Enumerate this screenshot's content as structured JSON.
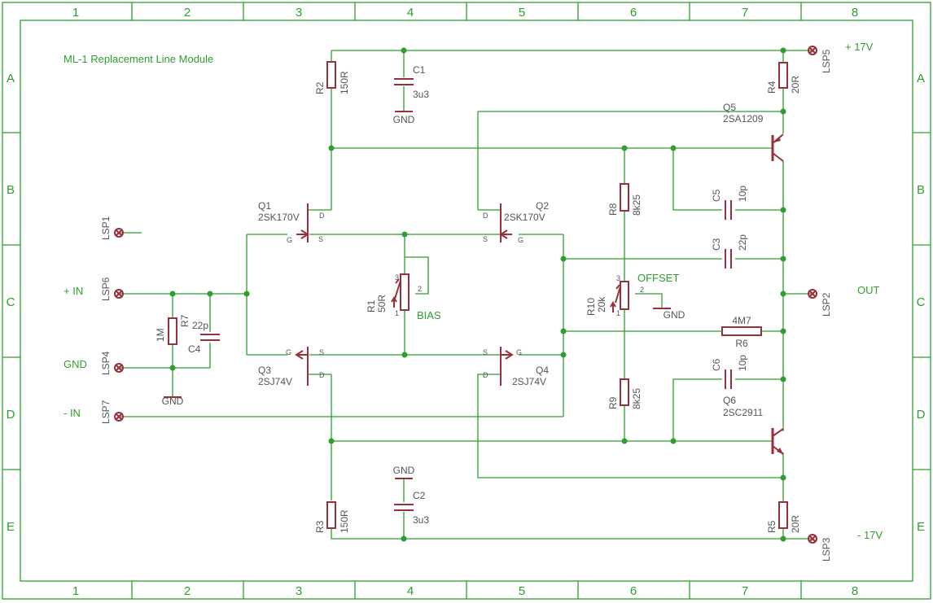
{
  "title": "ML-1 Replacement Line Module",
  "frame": {
    "columns": [
      "1",
      "2",
      "3",
      "4",
      "5",
      "6",
      "7",
      "8"
    ],
    "rows": [
      "A",
      "B",
      "C",
      "D",
      "E"
    ]
  },
  "rails": {
    "pos": "+ 17V",
    "neg": "- 17V"
  },
  "terminals": {
    "lsp1": "LSP1",
    "lsp2": "LSP2",
    "lsp3": "LSP3",
    "lsp4": "LSP4",
    "lsp5": "LSP5",
    "lsp6": "LSP6",
    "lsp7": "LSP7"
  },
  "net_labels": {
    "in_pos": "+ IN",
    "in_neg": "- IN",
    "gnd_in": "GND",
    "out": "OUT",
    "bias": "BIAS",
    "offset": "OFFSET"
  },
  "gnd_symbol": "GND",
  "transistors": {
    "q1": {
      "name": "Q1",
      "value": "2SK170V"
    },
    "q2": {
      "name": "Q2",
      "value": "2SK170V"
    },
    "q3": {
      "name": "Q3",
      "value": "2SJ74V"
    },
    "q4": {
      "name": "Q4",
      "value": "2SJ74V"
    },
    "q5": {
      "name": "Q5",
      "value": "2SA1209"
    },
    "q6": {
      "name": "Q6",
      "value": "2SC2911"
    }
  },
  "pins": {
    "g": "G",
    "s": "S",
    "d": "D",
    "p1": "1",
    "p2": "2",
    "p3": "3"
  },
  "resistors": {
    "r1": {
      "name": "R1",
      "value": "50R"
    },
    "r2": {
      "name": "R2",
      "value": "150R"
    },
    "r3": {
      "name": "R3",
      "value": "150R"
    },
    "r4": {
      "name": "R4",
      "value": "20R"
    },
    "r5": {
      "name": "R5",
      "value": "20R"
    },
    "r6": {
      "name": "R6",
      "value": "4M7"
    },
    "r7": {
      "name": "R7",
      "value": "1M"
    },
    "r8": {
      "name": "R8",
      "value": "8k25"
    },
    "r9": {
      "name": "R9",
      "value": "8k25"
    },
    "r10": {
      "name": "R10",
      "value": "20k"
    }
  },
  "capacitors": {
    "c1": {
      "name": "C1",
      "value": "3u3"
    },
    "c2": {
      "name": "C2",
      "value": "3u3"
    },
    "c3": {
      "name": "C3",
      "value": "22p"
    },
    "c4": {
      "name": "C4",
      "value": "22p"
    },
    "c5": {
      "name": "C5",
      "value": "10p"
    },
    "c6": {
      "name": "C6",
      "value": "10p"
    }
  }
}
